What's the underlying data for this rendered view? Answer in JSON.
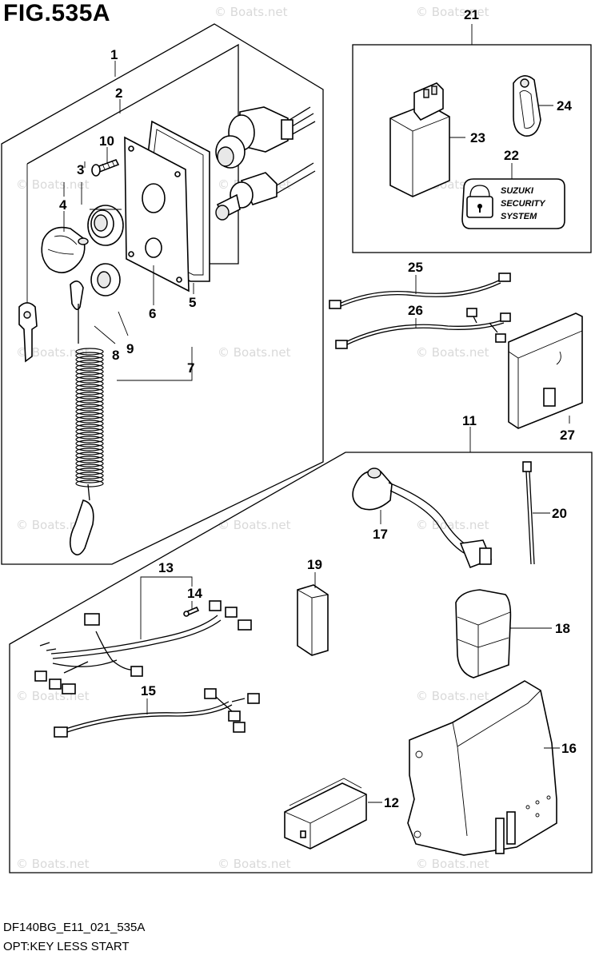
{
  "header": {
    "title": "FIG.535A"
  },
  "footer": {
    "code": "DF140BG_E11_021_535A",
    "caption": "OPT:KEY LESS START"
  },
  "watermark": {
    "text": "© Boats.net"
  },
  "badge": {
    "line1": "SUZUKI",
    "line2": "SECURITY",
    "line3": "SYSTEM"
  },
  "callouts": {
    "c1": "1",
    "c2": "2",
    "c3": "3",
    "c4": "4",
    "c5": "5",
    "c6": "6",
    "c7": "7",
    "c8": "8",
    "c9": "9",
    "c10": "10",
    "c11": "11",
    "c12": "12",
    "c13": "13",
    "c14": "14",
    "c15": "15",
    "c16": "16",
    "c17": "17",
    "c18": "18",
    "c19": "19",
    "c20": "20",
    "c21": "21",
    "c22": "22",
    "c23": "23",
    "c24": "24",
    "c25": "25",
    "c26": "26",
    "c27": "27"
  }
}
